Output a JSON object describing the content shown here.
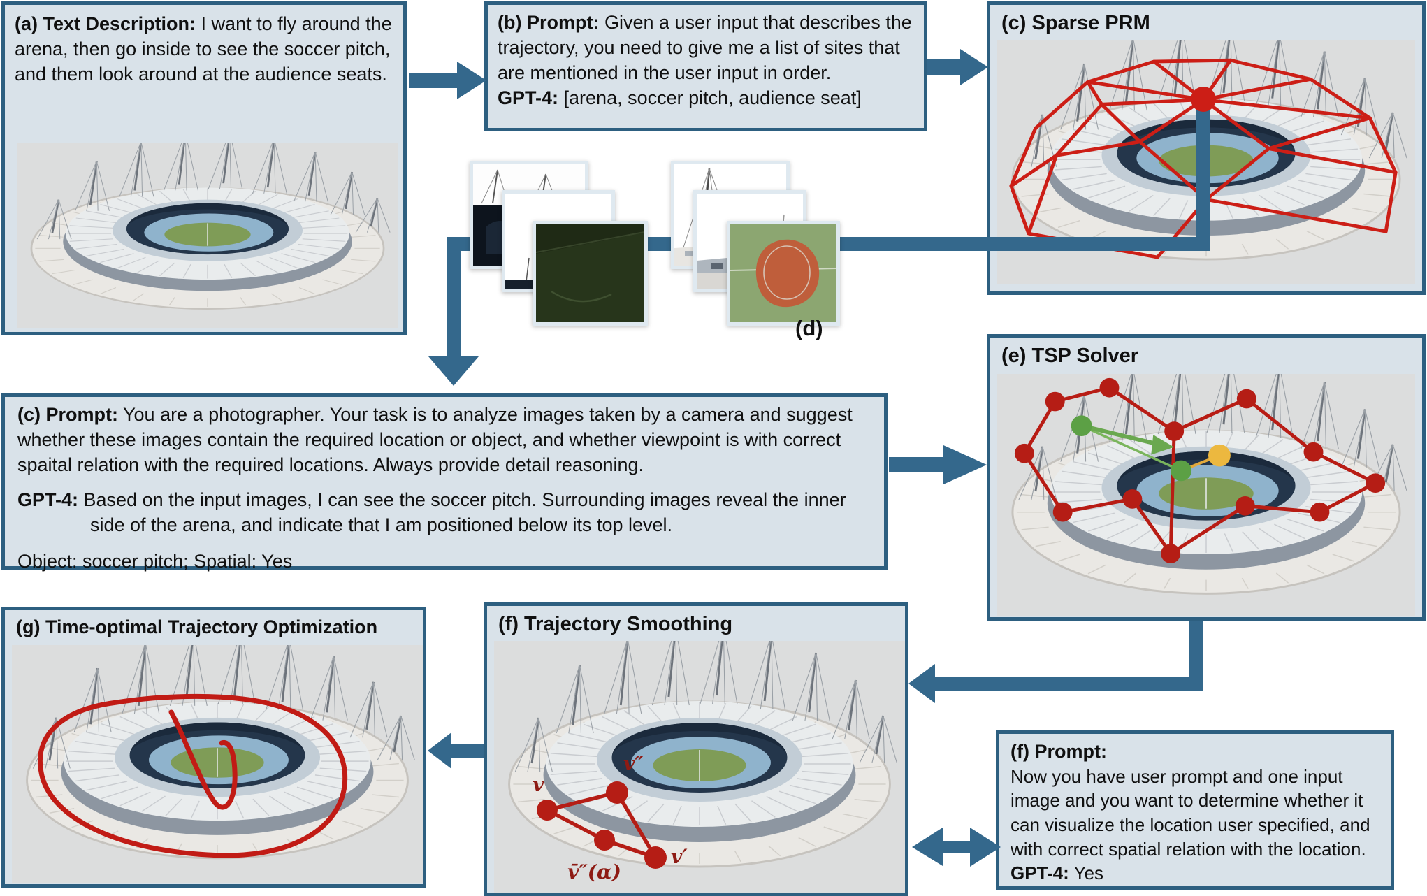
{
  "figure": {
    "colors": {
      "arrow_blue": "#34688c",
      "panel_border": "#2d5f80",
      "panel_bg": "#d9e2e9",
      "image_bg": "#dcdddd",
      "accent_red": "#c41e16",
      "node_red": "#b51d15",
      "node_green": "#5ca045",
      "node_yellow": "#ecb83f",
      "math_red": "#8e1b14"
    },
    "panel_a": {
      "title": "(a) Text Description:",
      "body": "I want to fly around the arena, then go inside to see the soccer pitch, and them look around at the audience seats."
    },
    "panel_b": {
      "title": "(b) Prompt:",
      "body": "Given a user input that describes the trajectory, you need to give me a list of sites that are mentioned in the user input in order.",
      "gpt_label": "GPT-4:",
      "gpt_text": "[arena, soccer pitch, audience seat]"
    },
    "panel_c_prm": {
      "title": "(c) Sparse PRM"
    },
    "panel_d": {
      "label": "(d)"
    },
    "panel_c_prompt": {
      "title": "(c) Prompt:",
      "body": "You are a photographer. Your task is to analyze images taken by a camera and suggest whether these images contain the required location or object, and whether viewpoint is with correct spaital relation with the required locations. Always provide detail reasoning.",
      "gpt_label": "GPT-4:",
      "gpt_text": "Based on the input images, I can see the soccer pitch. Surrounding images reveal the inner side of the arena, and indicate that I am positioned below its top level.",
      "result_line": "Object: soccer pitch; Spatial: Yes"
    },
    "panel_e": {
      "title": "(e) TSP Solver"
    },
    "panel_g": {
      "title": "(g) Time-optimal Trajectory Optimization"
    },
    "panel_f_smooth": {
      "title": "(f) Trajectory Smoothing",
      "labels": {
        "v": "v",
        "v2": "v″",
        "valpha": "v̄″(α)",
        "v1": "v′"
      }
    },
    "panel_f_prompt": {
      "title": "(f) Prompt:",
      "body": "Now you have user prompt and one input image and you want to determine whether it can visualize the location user specified, and with correct spatial relation with the location.",
      "gpt_label": "GPT-4:",
      "gpt_text": "Yes"
    }
  }
}
